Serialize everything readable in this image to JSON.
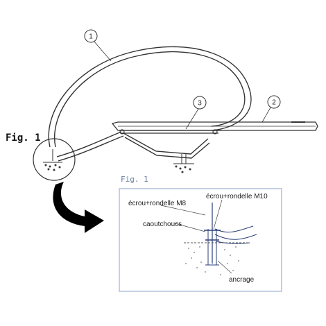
{
  "figure": {
    "main_label": "Fig. 1",
    "callouts": [
      "1",
      "2",
      "3"
    ]
  },
  "inset": {
    "label": "Fig. 1",
    "frame_color": "#8aa0c8",
    "parts": {
      "nut_m8": "écrou+rondelle M8",
      "nut_m10": "écrou+rondelle M10",
      "rubber": "caoutchoucs",
      "anchor": "ancrage"
    }
  },
  "arrow": {
    "icon": "curved-arrow-icon",
    "color": "#000000"
  }
}
